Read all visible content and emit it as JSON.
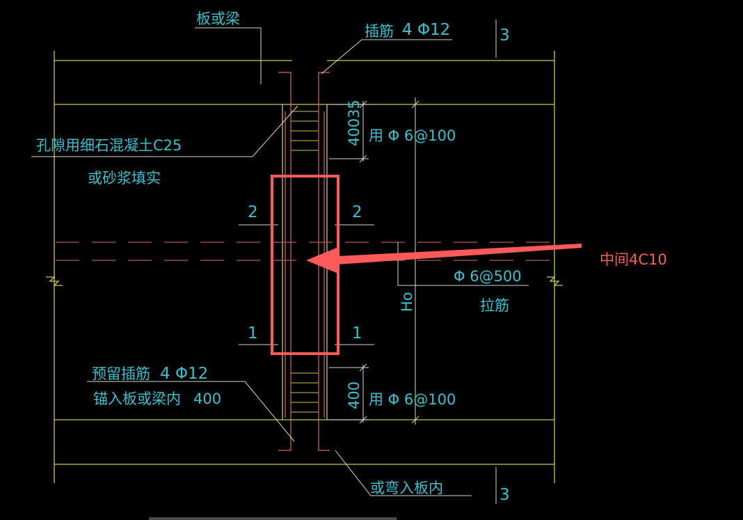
{
  "labels": {
    "slab_or_beam": "板或梁",
    "dowel_title": "插筋",
    "dowel_spec": "4 Φ12",
    "section_mark": "3",
    "grout_line1": "孔隙用细石混凝土C25",
    "grout_line2": "或砂浆填实",
    "dim_35": "35",
    "dim_400": "400",
    "stirrup_spec": "用 Φ 6@100",
    "section_2": "2",
    "section_1": "1",
    "tie_spec": "Φ 6@500",
    "tie_name": "拉筋",
    "height_ho": "Ho",
    "reserved_line1": "预留插筋",
    "reserved_spec": "4 Φ12",
    "reserved_line2": "锚入板或梁内",
    "reserved_len": "400",
    "bend_into_slab": "或弯入板内"
  },
  "annotation": {
    "text": "中间4C10",
    "color": "#ff5a5a"
  },
  "colors": {
    "background": "#000000",
    "structure": "#c9c94a",
    "rebar": "#e06060",
    "text": "#35c4cf",
    "leader": "#d8d8d8",
    "grid": "#3a9ea6"
  }
}
